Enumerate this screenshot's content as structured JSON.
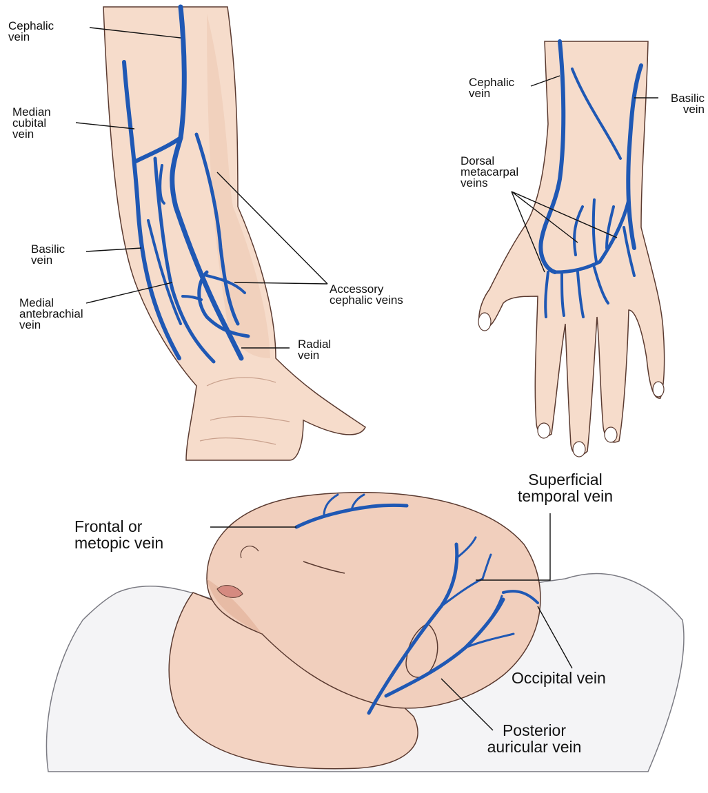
{
  "colors": {
    "skin": "#f6dccb",
    "skin_shade": "#e9bfa7",
    "vein": "#1f58b4",
    "vein_dark": "#123f8a",
    "outline": "#5a3a30",
    "pillow": "#f4f4f6",
    "leader": "#111111"
  },
  "arm": {
    "cephalic_vein": [
      "Cephalic",
      "vein"
    ],
    "median_cubital_vein": [
      "Median",
      "cubital",
      "vein"
    ],
    "basilic_vein": [
      "Basilic",
      "vein"
    ],
    "medial_antebrachial_vein": [
      "Medial",
      "antebrachial",
      "vein"
    ],
    "accessory_cephalic_veins": [
      "Accessory",
      "cephalic veins"
    ],
    "radial_vein": [
      "Radial",
      "vein"
    ]
  },
  "hand": {
    "cephalic_vein": [
      "Cephalic",
      "vein"
    ],
    "basilic_vein": [
      "Basilic",
      "vein"
    ],
    "dorsal_metacarpal_veins": [
      "Dorsal",
      "metacarpal",
      "veins"
    ]
  },
  "infant": {
    "frontal_vein": [
      "Frontal or",
      "metopic vein"
    ],
    "superficial_temporal_vein": [
      "Superficial",
      "temporal vein"
    ],
    "occipital_vein": [
      "Occipital vein"
    ],
    "posterior_auricular_vein": [
      "Posterior",
      "auricular vein"
    ]
  }
}
